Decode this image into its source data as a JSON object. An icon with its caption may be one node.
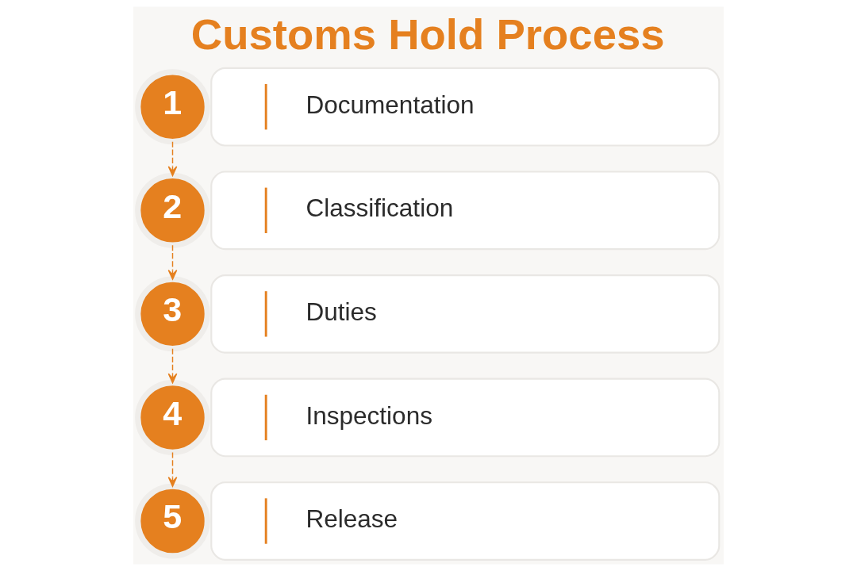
{
  "diagram": {
    "title": "Customs Hold Process",
    "nodes": [
      {
        "text": [
          "1"
        ]
      },
      {
        "text": [
          "Documentation"
        ]
      },
      {
        "text": [
          "2"
        ]
      },
      {
        "text": [
          "Classification"
        ]
      },
      {
        "text": [
          "3"
        ]
      },
      {
        "text": [
          "Duties"
        ]
      },
      {
        "text": [
          "4"
        ]
      },
      {
        "text": [
          "Inspections"
        ]
      },
      {
        "text": [
          "5"
        ]
      },
      {
        "text": [
          "Release"
        ]
      }
    ],
    "edges": [
      {
        "from": 0,
        "to": 2,
        "arrow": "to",
        "style": "dashed"
      },
      {
        "from": 2,
        "to": 4,
        "arrow": "to",
        "style": "dashed"
      },
      {
        "from": 4,
        "to": 6,
        "arrow": "to",
        "style": "dashed"
      },
      {
        "from": 6,
        "to": 8,
        "arrow": "to",
        "style": "dashed"
      }
    ]
  }
}
